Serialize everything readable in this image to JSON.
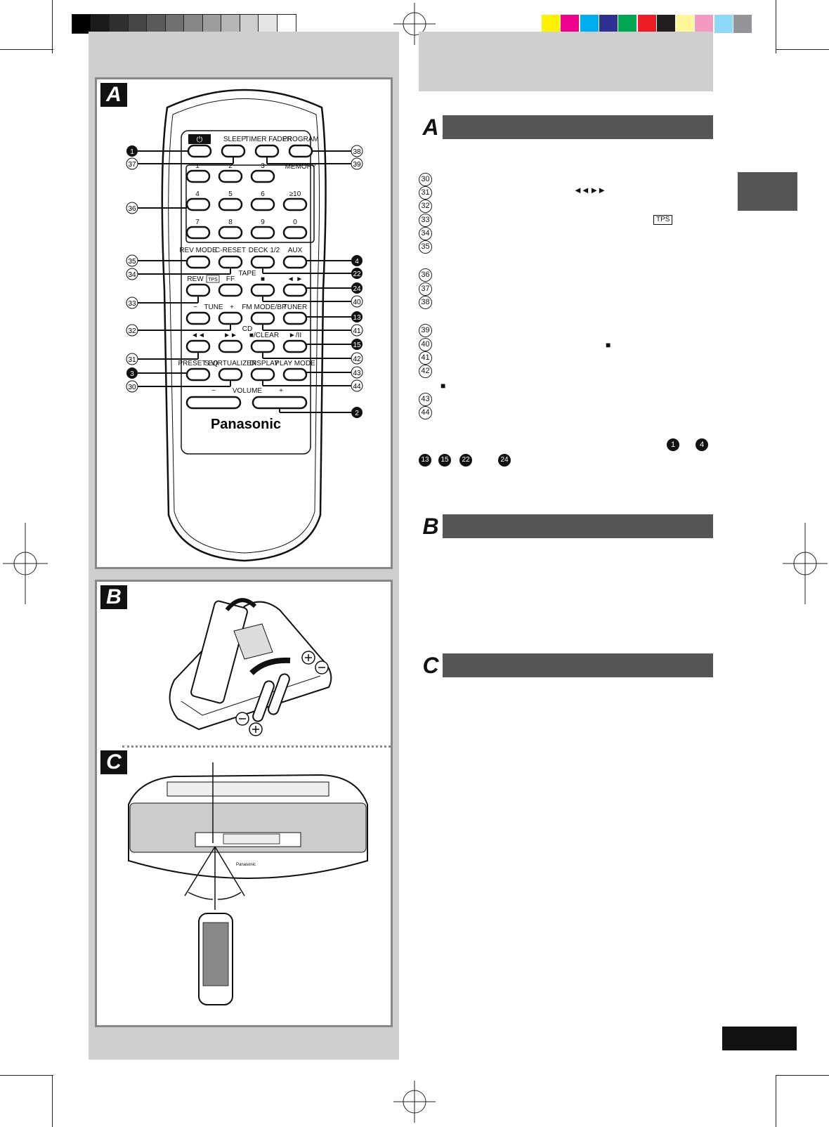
{
  "remote": {
    "buttons": {
      "power": "⏻",
      "sleep": "SLEEP",
      "timer_fader": "TIMER FADER",
      "program": "PROGRAM",
      "memory": "MEMORY",
      "n1": "1",
      "n2": "2",
      "n3": "3",
      "n4": "4",
      "n5": "5",
      "n6": "6",
      "n10": "≥10",
      "n7": "7",
      "n8": "8",
      "n9": "9",
      "n0": "0",
      "rev_mode": "REV MODE",
      "c_reset": "C-RESET",
      "deck": "DECK 1/2",
      "aux": "AUX",
      "rew": "REW",
      "tps": "TPS",
      "ff": "FF",
      "tape": "TAPE",
      "stop": "■",
      "direction": "◄ ►",
      "tune_minus": "−",
      "tune": "TUNE",
      "tune_plus": "+",
      "fm_mode": "FM MODE/BP",
      "tuner": "TUNER",
      "cd": "CD",
      "skip_back": "◄◄",
      "skip_fwd": "►►",
      "clear": "■/CLEAR",
      "play_pause": "►/II",
      "preset_eq": "PRESET EQ",
      "s_virtualizer": "S.VIRTUALIZER",
      "display": "DISPLAY",
      "play_mode": "PLAY MODE",
      "vol_minus": "−",
      "volume": "VOLUME",
      "vol_plus": "+",
      "brand": "Panasonic"
    },
    "callouts_left": [
      "1",
      "37",
      "36",
      "35",
      "34",
      "33",
      "32",
      "31",
      "3",
      "30"
    ],
    "callouts_right": [
      "38",
      "39",
      "4",
      "22",
      "24",
      "40",
      "13",
      "41",
      "15",
      "42",
      "43",
      "44",
      "2"
    ]
  },
  "panels": {
    "a": "A",
    "b": "B",
    "c": "C"
  },
  "unit": {
    "brand": "Panasonic"
  },
  "right": {
    "sections": {
      "a": "A",
      "b": "B",
      "c": "C"
    },
    "list_markers": [
      "30",
      "31",
      "32",
      "33",
      "34",
      "35",
      "36",
      "37",
      "38",
      "39",
      "40",
      "41",
      "42",
      "43",
      "44"
    ],
    "inline": {
      "skip_symbols": "◄◄  ►►",
      "tps": "TPS",
      "stop": "■",
      "stop2": "■"
    },
    "footnote_refs": [
      "1",
      "4",
      "13",
      "15",
      "22",
      "24"
    ]
  },
  "colors": {
    "gray_ramp": [
      "#000000",
      "#1a1a1a",
      "#303030",
      "#454545",
      "#5a5a5a",
      "#707070",
      "#878787",
      "#9e9e9e",
      "#b6b6b6",
      "#cecece",
      "#e6e6e6",
      "#ffffff"
    ],
    "color_bar": [
      "#fff200",
      "#ec008c",
      "#00aeef",
      "#2e3192",
      "#00a651",
      "#ed1c24",
      "#231f20",
      "#fff799",
      "#f49ac1",
      "#8ed8f8",
      "#939598"
    ]
  }
}
